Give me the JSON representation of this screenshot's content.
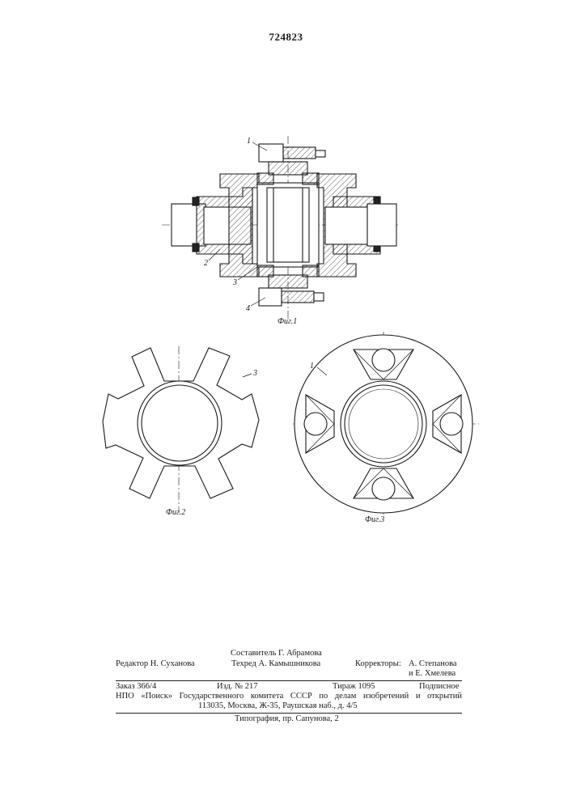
{
  "document": {
    "patent_number": "724823",
    "figure_captions": [
      "Фиг.1",
      "Фиг.2",
      "Фиг.3"
    ],
    "callouts": {
      "fig1": [
        "1",
        "2",
        "3",
        "4"
      ],
      "fig2": [
        "3"
      ],
      "fig3": [
        "1"
      ]
    }
  },
  "imprint": {
    "compiler": "Составитель Г. Абрамова",
    "editor": "Редактор Н. Суханова",
    "tech_editor": "Техред А. Камышникова",
    "correctors_label": "Корректоры:",
    "corrector_1": "А. Степанова",
    "corrector_2": "и Е. Хмелева",
    "order": "Заказ 366/4",
    "edition": "Изд. № 217",
    "circulation": "Тираж 1095",
    "subscription": "Подписное",
    "org_line": "НПО «Поиск» Государственного комитета СССР по делам изобретений и открытий",
    "address_line": "113035, Москва, Ж-35, Раушская наб., д. 4/5",
    "printer_line": "Типография, пр. Сапунова, 2"
  }
}
